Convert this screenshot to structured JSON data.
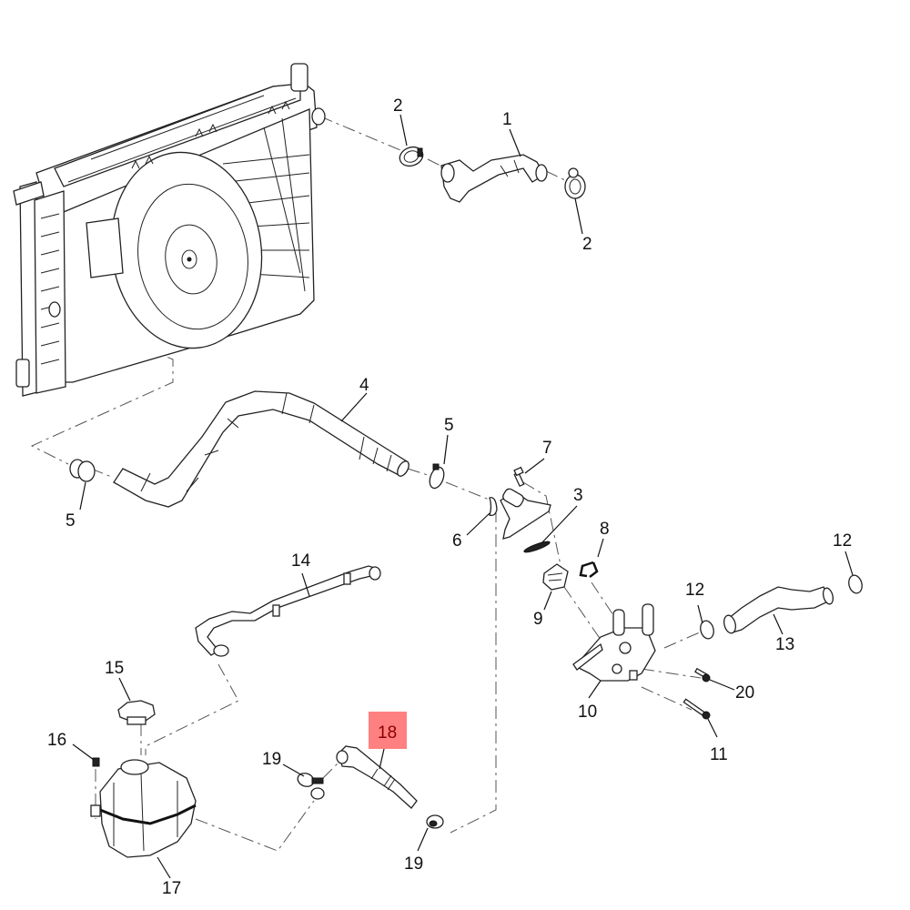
{
  "diagram": {
    "title": "Engine cooling system exploded parts diagram",
    "highlighted_callout": "18",
    "highlight_color": "#ff8080",
    "highlight_text_color": "#8b0000",
    "callouts": [
      {
        "id": "c1",
        "label": "1",
        "part": "radiator-inlet-hose"
      },
      {
        "id": "c2a",
        "label": "2",
        "part": "hose-clamp"
      },
      {
        "id": "c2b",
        "label": "2",
        "part": "hose-clamp"
      },
      {
        "id": "c3",
        "label": "3",
        "part": "thermostat-housing-gasket"
      },
      {
        "id": "c4",
        "label": "4",
        "part": "radiator-outlet-hose"
      },
      {
        "id": "c5a",
        "label": "5",
        "part": "hose-clamp"
      },
      {
        "id": "c5b",
        "label": "5",
        "part": "hose-clamp"
      },
      {
        "id": "c6",
        "label": "6",
        "part": "seal"
      },
      {
        "id": "c7",
        "label": "7",
        "part": "bolt"
      },
      {
        "id": "c8",
        "label": "8",
        "part": "clip"
      },
      {
        "id": "c9",
        "label": "9",
        "part": "thermostat"
      },
      {
        "id": "c10",
        "label": "10",
        "part": "water-outlet-housing"
      },
      {
        "id": "c11",
        "label": "11",
        "part": "bolt"
      },
      {
        "id": "c12a",
        "label": "12",
        "part": "seal-ring"
      },
      {
        "id": "c12b",
        "label": "12",
        "part": "seal-ring"
      },
      {
        "id": "c13",
        "label": "13",
        "part": "coolant-pipe"
      },
      {
        "id": "c14",
        "label": "14",
        "part": "surge-tank-vent-pipe"
      },
      {
        "id": "c15",
        "label": "15",
        "part": "surge-tank-cap"
      },
      {
        "id": "c16",
        "label": "16",
        "part": "level-sensor"
      },
      {
        "id": "c17",
        "label": "17",
        "part": "surge-tank"
      },
      {
        "id": "c18",
        "label": "18",
        "part": "surge-tank-outlet-hose"
      },
      {
        "id": "c19a",
        "label": "19",
        "part": "hose-clamp"
      },
      {
        "id": "c19b",
        "label": "19",
        "part": "hose-clamp"
      },
      {
        "id": "c20",
        "label": "20",
        "part": "bolt"
      }
    ]
  }
}
